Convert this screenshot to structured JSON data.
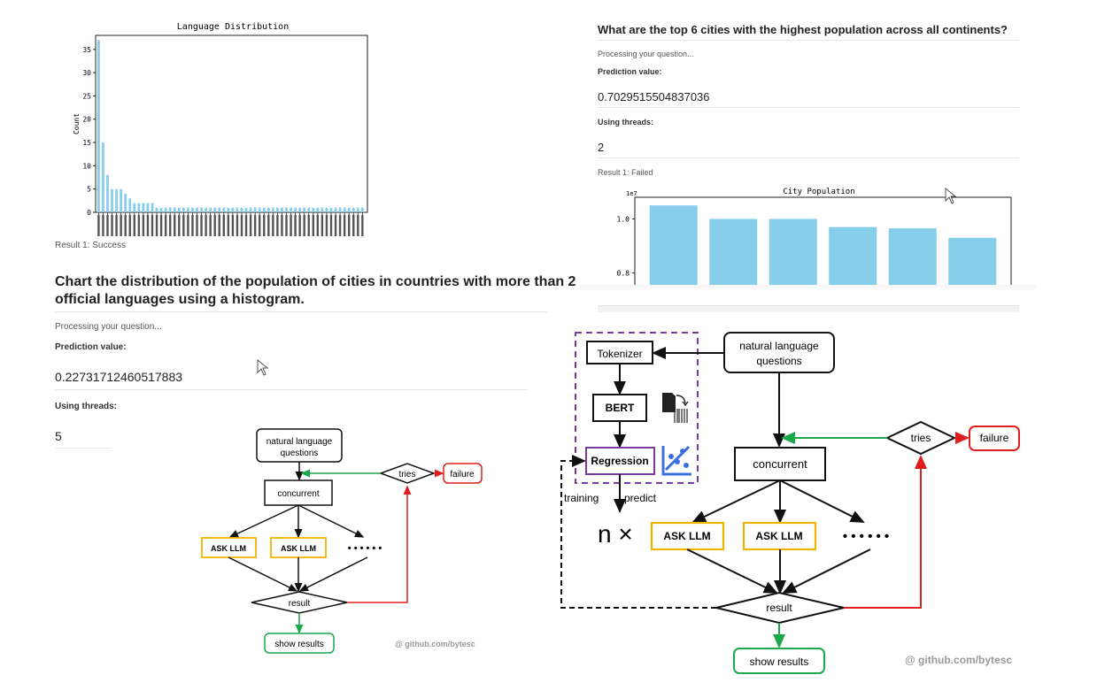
{
  "left_panel": {
    "lang_chart_result": "Result 1: Success",
    "question": "Chart the distribution of the population of cities in countries with more than 2",
    "question_line2": "official languages using a histogram.",
    "processing": "Processing your question...",
    "prediction_label": "Prediction value:",
    "prediction_value": "0.22731712460517883",
    "threads_label": "Using threads:",
    "threads_value": "5"
  },
  "right_panel": {
    "question": "What are the top 6 cities with the highest population across all continents?",
    "processing": "Processing your question...",
    "prediction_label": "Prediction value:",
    "prediction_value": "0.7029515504837036",
    "threads_label": "Using threads:",
    "threads_value": "2",
    "result": "Result 1: Failed"
  },
  "chart_data": [
    {
      "type": "bar",
      "title": "Language Distribution",
      "ylabel": "Count",
      "xlabel": "",
      "ylim": [
        0,
        38
      ],
      "yticks": [
        "0",
        "5",
        "10",
        "15",
        "20",
        "25",
        "30",
        "35"
      ],
      "values": [
        37,
        15,
        8,
        5,
        5,
        5,
        4,
        3,
        2,
        2,
        2,
        2,
        2,
        1,
        1,
        1,
        1,
        1,
        1,
        1,
        1,
        1,
        1,
        1,
        1,
        1,
        1,
        1,
        1,
        1,
        1,
        1,
        1,
        1,
        1,
        1,
        1,
        1,
        1,
        1,
        1,
        1,
        1,
        1,
        1,
        1,
        1,
        1,
        1,
        1,
        1,
        1,
        1,
        1,
        1,
        1,
        1,
        1,
        1,
        1
      ],
      "color": "#87ceeb"
    },
    {
      "type": "bar",
      "title": "City Population",
      "offset_label": "1e7",
      "yticks": [
        "0.8",
        "1.0"
      ],
      "ylim": [
        0.72,
        1.08
      ],
      "values": [
        1.05,
        1.0,
        1.0,
        0.97,
        0.965,
        0.93
      ],
      "color": "#87ceeb"
    }
  ],
  "diagram_small": {
    "nlq_line1": "natural language",
    "nlq_line2": "questions",
    "concurrent": "concurrent",
    "tries": "tries",
    "failure": "failure",
    "ask1": "ASK LLM",
    "ask2": "ASK LLM",
    "dots": "• • • • • •",
    "result": "result",
    "show": "show results",
    "watermark": "@ github.com/bytesc"
  },
  "diagram_large": {
    "tokenizer": "Tokenizer",
    "bert": "BERT",
    "regression": "Regression",
    "nlq_line1": "natural language",
    "nlq_line2": "questions",
    "tries": "tries",
    "failure": "failure",
    "concurrent": "concurrent",
    "training": "training",
    "predict": "predict",
    "n_times": "n ×",
    "ask1": "ASK LLM",
    "ask2": "ASK LLM",
    "dots": "• • • • • •",
    "result": "result",
    "show": "show results",
    "watermark": "@ github.com/bytesc"
  },
  "colors": {
    "bar": "#87ceeb",
    "green": "#1aa84b",
    "red": "#e01e1e",
    "orange": "#f0b400",
    "purple": "#7a3aa0",
    "blue_icon": "#3b6fe0"
  },
  "icons": [
    "document-barcode-icon",
    "scatter-regression-icon",
    "mouse-cursor-icon"
  ]
}
